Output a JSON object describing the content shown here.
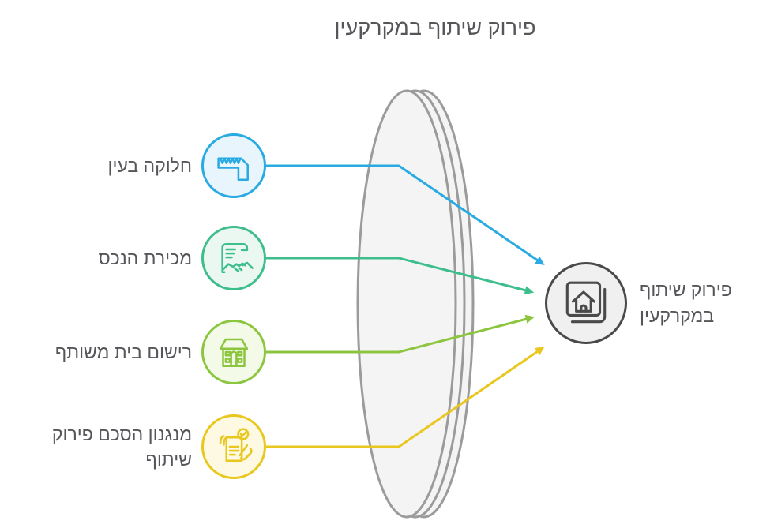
{
  "title": "פירוק שיתוף במקרקעין",
  "items": [
    {
      "label": "חלוקה בעין",
      "icon": "ruler-square-icon",
      "color": "#29ABE2",
      "circle_fill": "#E9F5FD"
    },
    {
      "label": "מכירת הנכס",
      "icon": "contract-handshake-icon",
      "color": "#3EBE8C",
      "circle_fill": "#EBF8F2"
    },
    {
      "label": "רישום בית משותף",
      "icon": "apartment-building-icon",
      "color": "#8CC63F",
      "circle_fill": "#F4FAE8"
    },
    {
      "label": "מנגנון הסכם פירוק שיתוף",
      "icon": "signing-agreement-icon",
      "color": "#E9C71E",
      "circle_fill": "#FDF9E3"
    }
  ],
  "target": {
    "label": "פירוק שיתוף במקרקעין",
    "icon": "house-documents-icon",
    "color": "#4A4A4A",
    "circle_fill": "#F0F0F0"
  },
  "lens": {
    "stroke": "#9B9B9B",
    "fill": "#F4F4F4"
  },
  "text_color": "#55565A",
  "background": "#FFFFFF"
}
